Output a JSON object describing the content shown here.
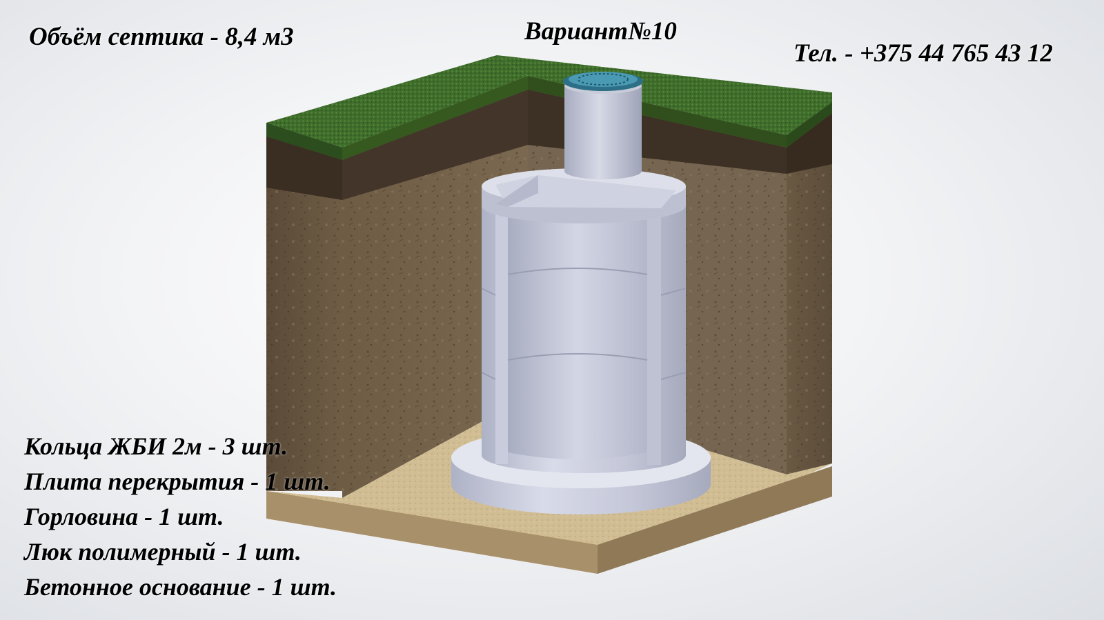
{
  "header": {
    "volume": "Объём септика - 8,4 м3",
    "variant": "Вариант№10",
    "phone": "Тел. - +375 44 765 43 12"
  },
  "parts": [
    "Кольца ЖБИ 2м - 3 шт.",
    "Плита перекрытия - 1 шт.",
    "Горловина - 1 шт.",
    "Люк полимерный - 1 шт.",
    "Бетонное основание - 1 шт."
  ],
  "colors": {
    "grass": "#3e6a2a",
    "topsoil": "#3f3226",
    "soil": "#6b5a43",
    "sand": "#cdb98f",
    "concrete": "#c9ccdc",
    "hatch": "#3d8aa3"
  }
}
